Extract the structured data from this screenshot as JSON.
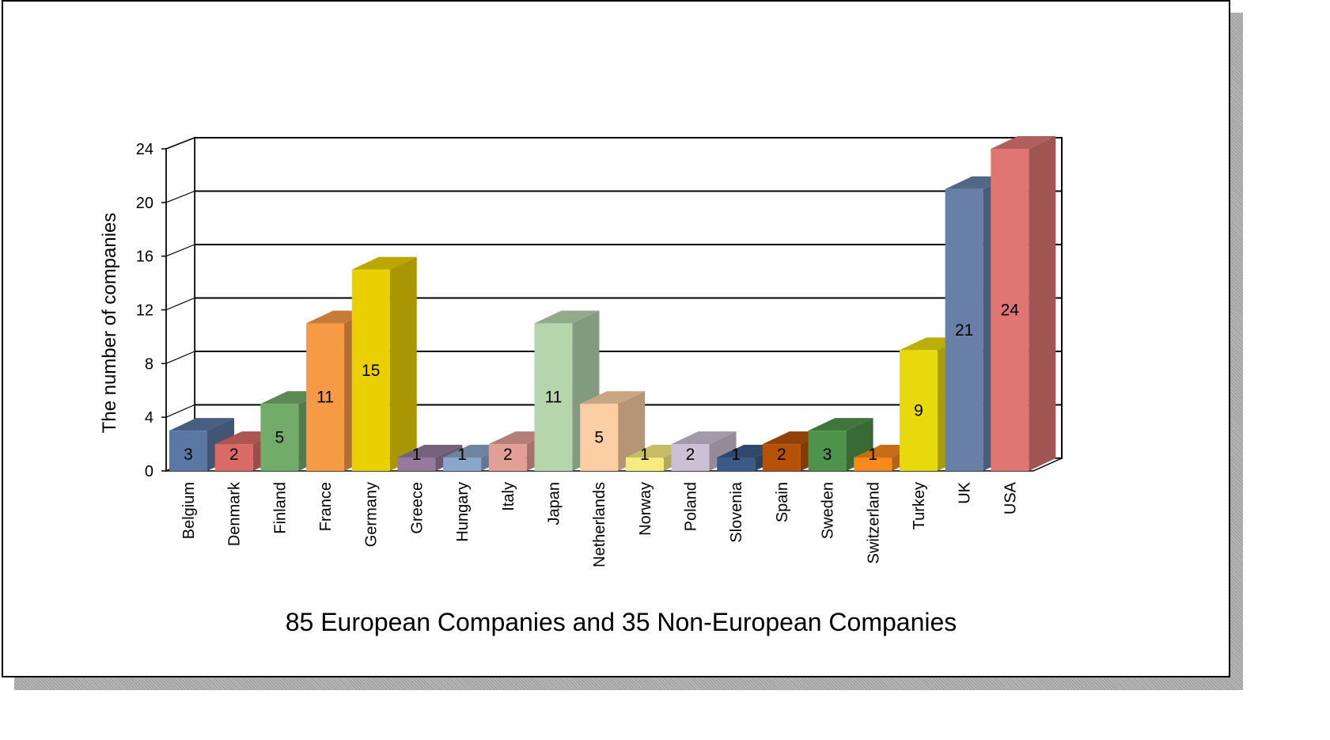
{
  "caption": "85 European Companies and 35 Non-European Companies",
  "chart_data": {
    "type": "bar",
    "title": "",
    "subtitle": "",
    "xlabel": "",
    "ylabel": "The number of companies",
    "ylim": [
      0,
      24
    ],
    "yticks": [
      0,
      4,
      8,
      12,
      16,
      20,
      24
    ],
    "grid": true,
    "style": "3d-bar",
    "categories": [
      "Belgium",
      "Denmark",
      "Finland",
      "France",
      "Germany",
      "Greece",
      "Hungary",
      "Italy",
      "Japan",
      "Netherlands",
      "Norway",
      "Poland",
      "Slovenia",
      "Spain",
      "Sweden",
      "Switzerland",
      "Turkey",
      "UK",
      "USA"
    ],
    "values": [
      3,
      2,
      5,
      11,
      15,
      1,
      1,
      2,
      11,
      5,
      1,
      2,
      1,
      2,
      3,
      1,
      9,
      21,
      24
    ],
    "colors": [
      "#5a76a3",
      "#d96a66",
      "#72ac69",
      "#f79a46",
      "#ebd000",
      "#957a9e",
      "#8aa6c8",
      "#e39e96",
      "#b5d6ad",
      "#fbcfa3",
      "#f6eb7e",
      "#cdbfd6",
      "#3b5a86",
      "#b5520a",
      "#4e934b",
      "#f78a1c",
      "#e8d90c",
      "#6880a8",
      "#df7673"
    ]
  }
}
